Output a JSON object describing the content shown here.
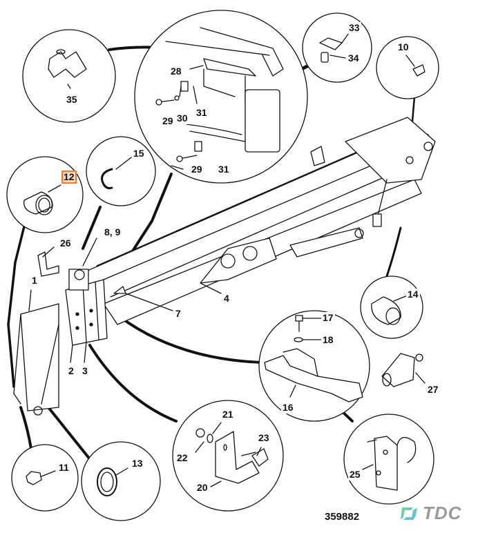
{
  "diagram": {
    "document_number": "359882",
    "logo_text": "TDC",
    "highlight_color": "#f07a2a",
    "callouts": [
      {
        "id": "35",
        "label": "35"
      },
      {
        "id": "28",
        "label": "28"
      },
      {
        "id": "29a",
        "label": "29"
      },
      {
        "id": "30",
        "label": "30"
      },
      {
        "id": "31a",
        "label": "31"
      },
      {
        "id": "29b",
        "label": "29"
      },
      {
        "id": "31b",
        "label": "31"
      },
      {
        "id": "33",
        "label": "33"
      },
      {
        "id": "34",
        "label": "34"
      },
      {
        "id": "10",
        "label": "10"
      },
      {
        "id": "15",
        "label": "15"
      },
      {
        "id": "12",
        "label": "12",
        "highlighted": true
      },
      {
        "id": "8-9",
        "label": "8, 9"
      },
      {
        "id": "26",
        "label": "26"
      },
      {
        "id": "1",
        "label": "1"
      },
      {
        "id": "4",
        "label": "4"
      },
      {
        "id": "7",
        "label": "7"
      },
      {
        "id": "2",
        "label": "2"
      },
      {
        "id": "3",
        "label": "3"
      },
      {
        "id": "14",
        "label": "14"
      },
      {
        "id": "17",
        "label": "17"
      },
      {
        "id": "18",
        "label": "18"
      },
      {
        "id": "16",
        "label": "16"
      },
      {
        "id": "27",
        "label": "27"
      },
      {
        "id": "21",
        "label": "21"
      },
      {
        "id": "22",
        "label": "22"
      },
      {
        "id": "23",
        "label": "23"
      },
      {
        "id": "20",
        "label": "20"
      },
      {
        "id": "11",
        "label": "11"
      },
      {
        "id": "13",
        "label": "13"
      },
      {
        "id": "25",
        "label": "25"
      }
    ]
  }
}
